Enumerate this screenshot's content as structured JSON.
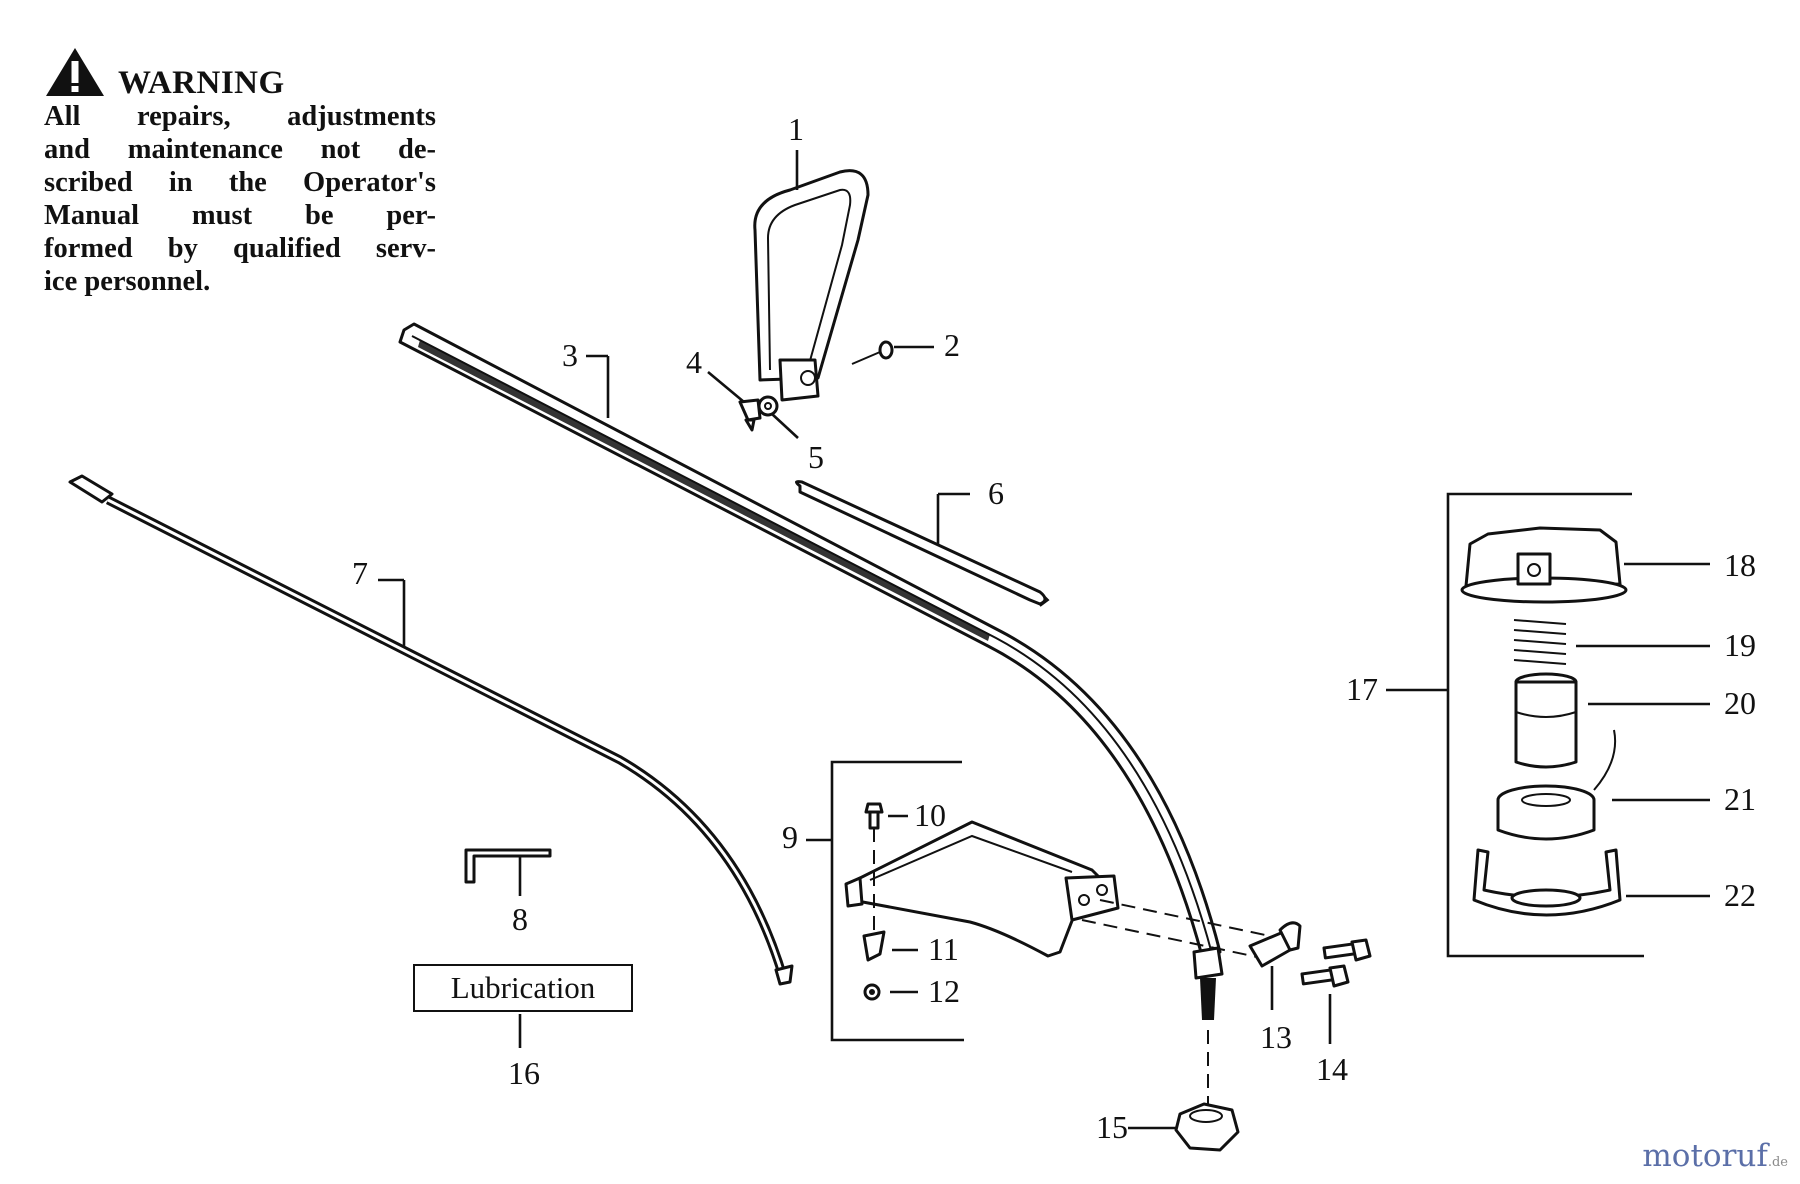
{
  "warning": {
    "title": "WARNING",
    "lines": [
      "All repairs, adjustments",
      "and maintenance not de-",
      "scribed in the Operator's",
      "Manual must be per-",
      "formed by qualified serv-",
      "ice personnel."
    ]
  },
  "callouts": {
    "c1": "1",
    "c2": "2",
    "c3": "3",
    "c4": "4",
    "c5": "5",
    "c6": "6",
    "c7": "7",
    "c8": "8",
    "c9": "9",
    "c10": "10",
    "c11": "11",
    "c12": "12",
    "c13": "13",
    "c14": "14",
    "c15": "15",
    "c16": "16",
    "c17": "17",
    "c18": "18",
    "c19": "19",
    "c20": "20",
    "c21": "21",
    "c22": "22"
  },
  "lubrication_label": "Lubrication",
  "watermark": {
    "brand": "motoruf",
    "tld": ".de"
  },
  "colors": {
    "ink": "#111111",
    "watermark": "#5b6fa8"
  }
}
